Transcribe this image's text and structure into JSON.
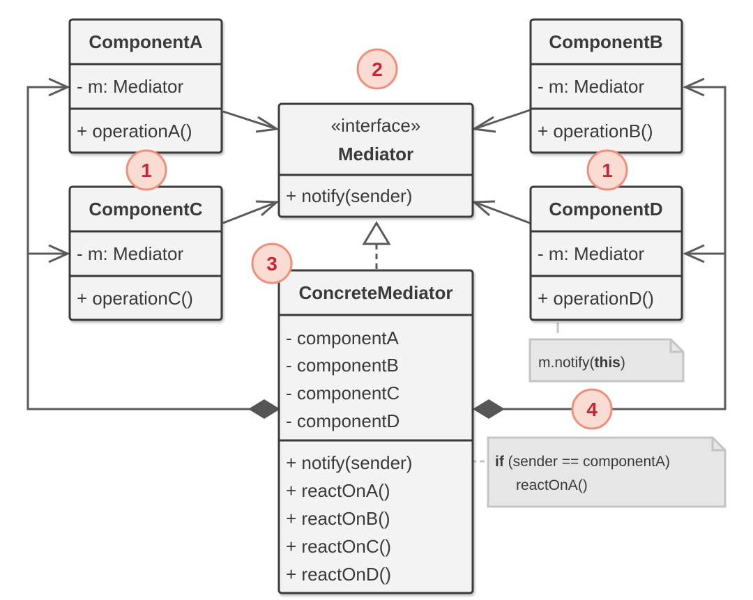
{
  "components": {
    "a": {
      "name": "ComponentA",
      "field": "- m: Mediator",
      "method": "+ operationA()"
    },
    "b": {
      "name": "ComponentB",
      "field": "- m: Mediator",
      "method": "+ operationB()"
    },
    "c": {
      "name": "ComponentC",
      "field": "- m: Mediator",
      "method": "+ operationC()"
    },
    "d": {
      "name": "ComponentD",
      "field": "- m: Mediator",
      "method": "+ operationD()"
    }
  },
  "mediator": {
    "stereotype": "«interface»",
    "name": "Mediator",
    "method": "+ notify(sender)"
  },
  "concrete": {
    "name": "ConcreteMediator",
    "fields": [
      "- componentA",
      "- componentB",
      "- componentC",
      "- componentD"
    ],
    "methods": [
      "+ notify(sender)",
      "+ reactOnA()",
      "+ reactOnB()",
      "+ reactOnC()",
      "+ reactOnD()"
    ]
  },
  "notes": {
    "notify_prefix": "m.notify(",
    "notify_keyword": "this",
    "notify_suffix": ")",
    "if_keyword": "if",
    "if_condition": " (sender == componentA)",
    "if_body": "reactOnA()"
  },
  "badges": {
    "b1": "1",
    "b2": "1",
    "b3": "2",
    "b4": "3",
    "b5": "4"
  },
  "colors": {
    "box_fill": "#f3f3f3",
    "box_border": "#3a3a3a",
    "line": "#5a5a5a",
    "note_fill": "#e6e6e6",
    "note_border": "#c4c4c4",
    "badge_fill": "#fbdcd3",
    "badge_border": "#ef8f7a",
    "badge_text": "#c7253a"
  }
}
